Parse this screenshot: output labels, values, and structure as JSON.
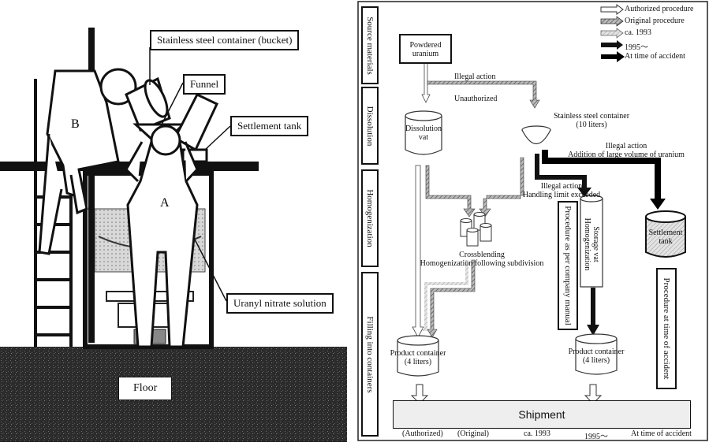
{
  "left_panel": {
    "callouts": {
      "bucket": "Stainless steel container (bucket)",
      "funnel": "Funnel",
      "settlement_tank": "Settlement tank",
      "uranyl": "Uranyl nitrate solution"
    },
    "floor": "Floor",
    "worker_a": "A",
    "worker_b": "B"
  },
  "right_panel": {
    "stages": [
      "Source materials",
      "Dissolution",
      "Homogenization",
      "Filling into containers"
    ],
    "legend": [
      "Authorized procedure",
      "Original procedure",
      "ca. 1993",
      "1995～",
      "At time of accident"
    ],
    "nodes": {
      "powdered_uranium": "Powdered\nuranium",
      "dissolution_vat": "Dissolution\nvat",
      "stainless_container": "Stainless steel container\n(10 liters)",
      "crossblending": "Crossblending\nHomogenization following subdivision",
      "storage_vat": "Storage vat\nHomogenization",
      "settlement_tank": "Settlement\ntank",
      "product_container_1": "Product container\n(4 liters)",
      "product_container_2": "Product container\n(4 liters)"
    },
    "annotations": {
      "illegal_action_1": "Illegal action",
      "unauthorized": "Unauthorized",
      "illegal_action_2": "Illegal action\nAddition of large volume of uranium",
      "illegal_action_3": "Illegal action\nHandling limit exceeded"
    },
    "procedure_company": "Procedure as per company manual",
    "procedure_accident": "Procedure at time of accident",
    "shipment": "Shipment",
    "bottom_labels": [
      "(Authorized)",
      "(Original)",
      "ca. 1993",
      "1995～",
      "At time of accident"
    ]
  }
}
